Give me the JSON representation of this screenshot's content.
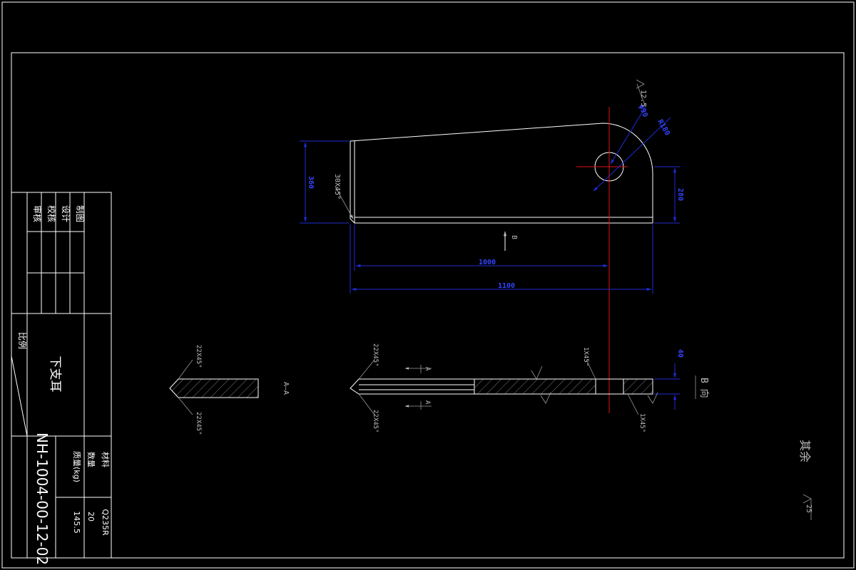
{
  "colors": {
    "background": "#000000",
    "outline": "#ffffff",
    "dimension": "#1f2bd6",
    "centerline": "#e01010",
    "annotation": "#9a9a9a"
  },
  "title_block": {
    "part_name": "下支耳",
    "drawing_number": "NH-1004-00-12-02",
    "scale_label": "比例",
    "roles": [
      "制图",
      "设计",
      "校核",
      "审核"
    ],
    "material_label": "材料",
    "material": "Q235R",
    "quantity_label": "数量",
    "quantity": "20",
    "mass_label": "质量(kg)",
    "mass": "145.5"
  },
  "main_view": {
    "dim_height_left": "360",
    "dim_height_right": "280",
    "dim_hole_offset": "1000",
    "dim_total_length": "1100",
    "chamfer": "30X45°",
    "roughness": "12.5",
    "hole_dia": "φ90",
    "radius": "R180",
    "view_arrow_label": "B"
  },
  "section_view": {
    "chamfer_top": "22X45°",
    "chamfer_bottom": "22X45°",
    "label": "A—A"
  },
  "bottom_view": {
    "chamfer_top_left": "22X45°",
    "chamfer_bottom_left": "22X45°",
    "chamfer_top_right": "1X45°",
    "chamfer_bottom_right": "1X45°",
    "thickness": "40",
    "section_mark": "A",
    "view_label": "B 向"
  },
  "notes": {
    "remaining": "其余",
    "roughness_general": "25"
  }
}
